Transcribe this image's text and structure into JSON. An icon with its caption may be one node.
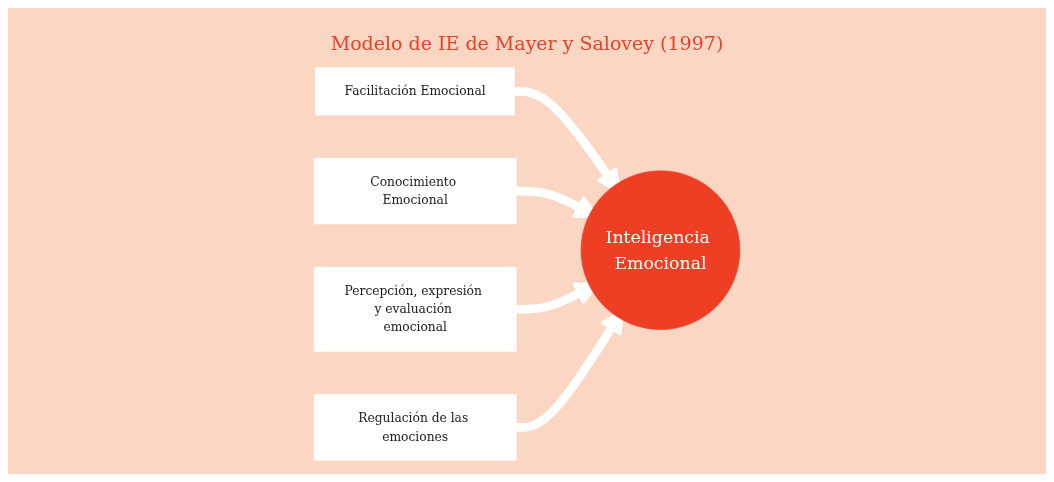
{
  "diagram": {
    "title": "Modelo de IE de Mayer y Salovey (1997)",
    "nodes": [
      {
        "text": [
          "Facilitación Emocional"
        ]
      },
      {
        "text": [
          "Conocimiento Emocional"
        ]
      },
      {
        "text": [
          "Inteligencia Emocional"
        ]
      },
      {
        "text": [
          "Percepción, expresión y evaluación emocional"
        ]
      },
      {
        "text": [
          "Regulación de las emociones"
        ]
      }
    ],
    "edges": [
      {
        "from": 0,
        "to": 2,
        "arrow": "to"
      },
      {
        "from": 1,
        "to": 2,
        "arrow": "to"
      },
      {
        "from": 3,
        "to": 2,
        "arrow": "to"
      },
      {
        "from": 4,
        "to": 2,
        "arrow": "to"
      }
    ]
  }
}
